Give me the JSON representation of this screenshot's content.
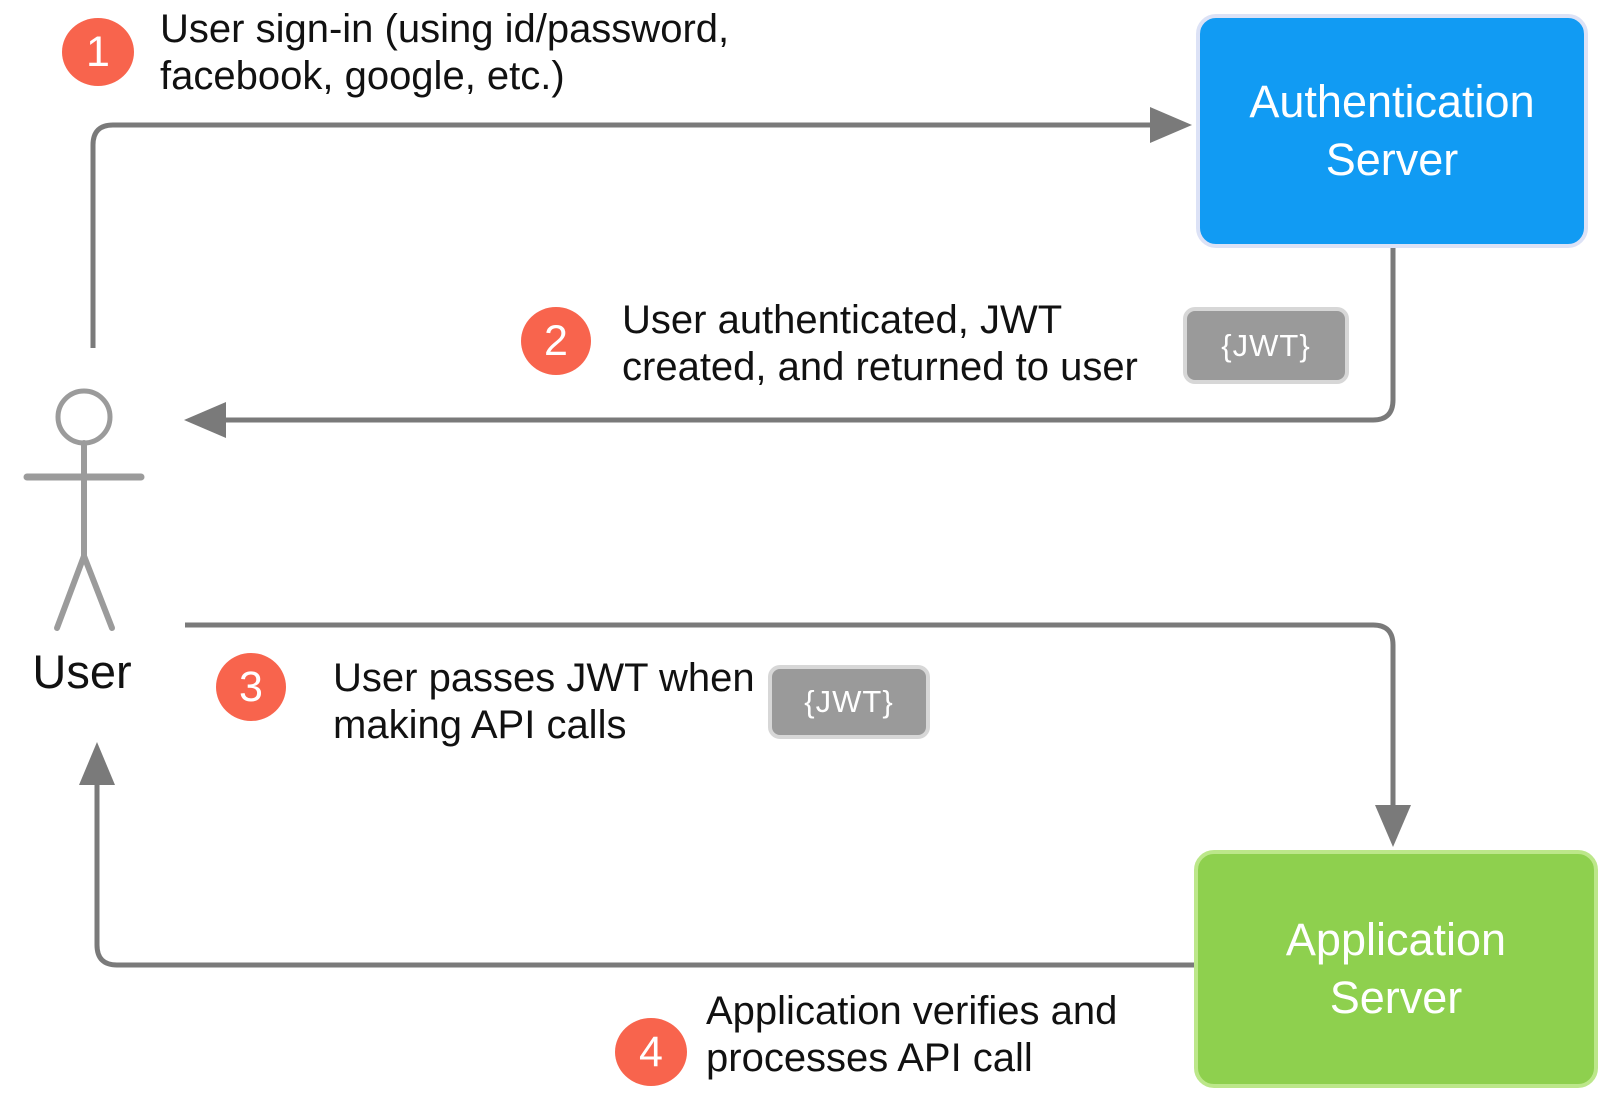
{
  "diagram": {
    "actor": {
      "label": "User"
    },
    "servers": {
      "auth": {
        "line1": "Authentication",
        "line2": "Server",
        "fill": "#119bf3"
      },
      "app": {
        "line1": "Application",
        "line2": "Server",
        "fill": "#8ed04e"
      }
    },
    "steps": [
      {
        "number": "1",
        "line1": "User sign-in (using id/password,",
        "line2": "facebook, google, etc.)"
      },
      {
        "number": "2",
        "line1": "User authenticated, JWT",
        "line2": "created, and returned to user",
        "token_label": "{JWT}"
      },
      {
        "number": "3",
        "line1": "User passes JWT when",
        "line2": "making API calls",
        "token_label": "{JWT}"
      },
      {
        "number": "4",
        "line1": "Application verifies and",
        "line2": "processes API call"
      }
    ],
    "colors": {
      "step_marker": "#f8644d",
      "connector": "#7a7a7a",
      "actor_figure": "#9b9b9b",
      "auth_server_fill": "#119bf3",
      "app_server_fill": "#8ed04e",
      "token_badge_fill": "#9a9a9a",
      "token_badge_border": "#d7d7d7",
      "text": "#111111"
    }
  }
}
